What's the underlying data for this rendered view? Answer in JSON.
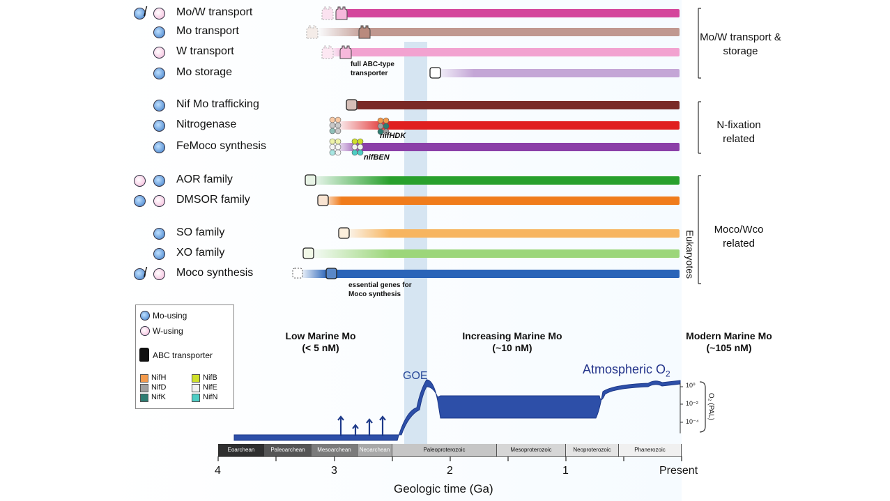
{
  "rows": [
    {
      "label": "Mo/W transport",
      "color": "#d4469c",
      "metal": "both"
    },
    {
      "label": "Mo transport",
      "color": "#c09890",
      "metal": "mo"
    },
    {
      "label": "W transport",
      "color": "#f2a2d0",
      "metal": "w"
    },
    {
      "label": "Mo storage",
      "color": "#c4a6d6",
      "metal": "mo"
    },
    {
      "label": "Nif Mo trafficking",
      "color": "#7a2a26",
      "metal": "mo"
    },
    {
      "label": "Nitrogenase",
      "color": "#e01f1f",
      "metal": "mo"
    },
    {
      "label": "FeMoco synthesis",
      "color": "#8b3fa8",
      "metal": "mo"
    },
    {
      "label": "AOR family",
      "color": "#28a02c",
      "metal": "w-paren-mo"
    },
    {
      "label": "DMSOR family",
      "color": "#f07c1c",
      "metal": "mo-paren-w"
    },
    {
      "label": "SO family",
      "color": "#f7b560",
      "metal": "mo"
    },
    {
      "label": "XO family",
      "color": "#9cd67a",
      "metal": "mo"
    },
    {
      "label": "Moco synthesis",
      "color": "#2a64b8",
      "metal": "both"
    }
  ],
  "groups": {
    "transport": "Mo/W transport & storage",
    "nfix": "N-fixation related",
    "moco": "Moco/Wco related",
    "eukaryotes": "Eukaryotes"
  },
  "notes": {
    "abc": "full ABC-type transporter",
    "moco": "essential genes for Moco synthesis",
    "nifhdk": "nifHDK",
    "nifben": "nifBEN"
  },
  "eras": {
    "low": "Low Marine Mo",
    "low_conc": "(< 5 nM)",
    "inc": "Increasing Marine Mo",
    "inc_conc": "(~10 nM)",
    "mod": "Modern Marine Mo",
    "mod_conc": "(~105 nM)"
  },
  "goe": "GOE",
  "o2_label": "Atmospheric O",
  "o2_sub": "2",
  "o2_axis": {
    "ticks": [
      "10⁰",
      "10⁻²",
      "10⁻⁴"
    ],
    "label": "O₂ (PAL)"
  },
  "legend": {
    "mo": "Mo-using",
    "w": "W-using",
    "abc": "ABC transporter",
    "nifH": "NifH",
    "nifD": "NifD",
    "nifK": "NifK",
    "nifB": "NifB",
    "nifE": "NifE",
    "nifN": "NifN",
    "colors": {
      "nifH": "#f39a4c",
      "nifD": "#a0a0a0",
      "nifK": "#2e7d72",
      "nifB": "#cfe02a",
      "nifE": "#f2f2f2",
      "nifN": "#4ecdc4"
    }
  },
  "eons": [
    "Eoarchean",
    "Paleoarchean",
    "Mesoarchean",
    "Neoarchean",
    "Paleoproterozoic",
    "Mesoproterozoic",
    "Neoproterozoic",
    "Phanerozoic"
  ],
  "axis": {
    "ticks": [
      "4",
      "3",
      "2",
      "1",
      "Present"
    ],
    "title": "Geologic time (Ga)"
  }
}
